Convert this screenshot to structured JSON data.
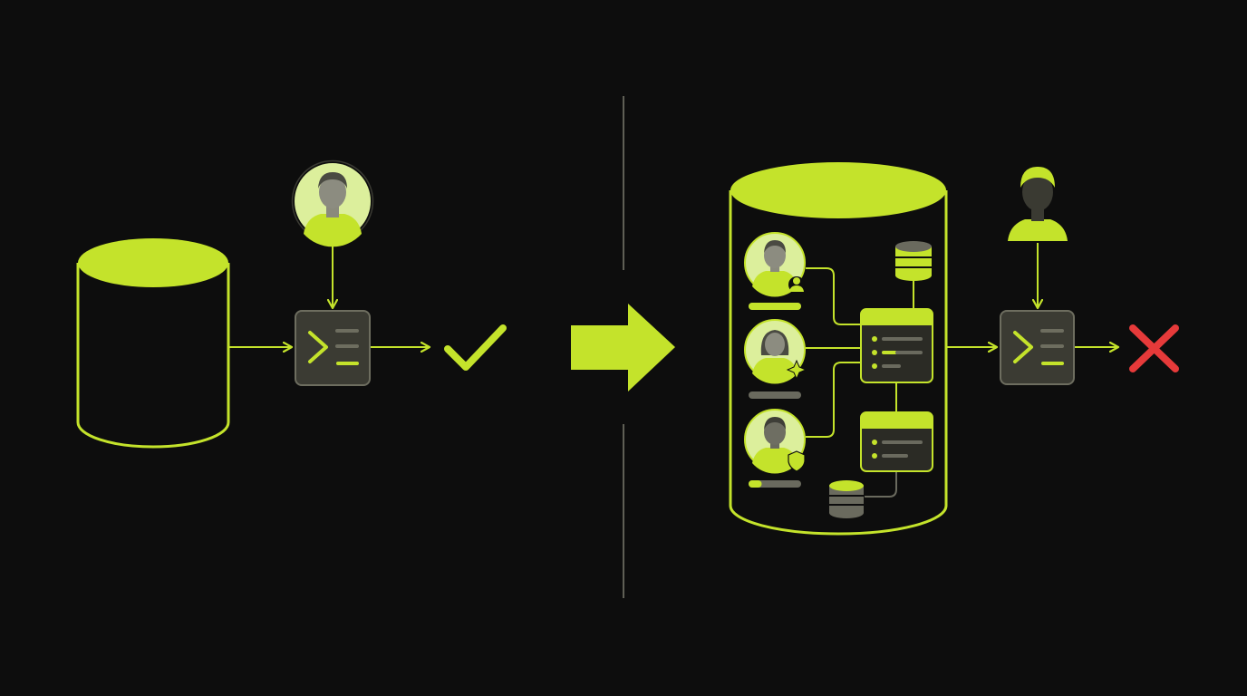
{
  "colors": {
    "background": "#0d0d0d",
    "accent": "#c4e32b",
    "avatar_fill": "#dcef9c",
    "terminal_fill": "#3b3b33",
    "terminal_border": "#6d6d5f",
    "divider": "#5f5f55",
    "error": "#e63a3a",
    "muted": "#6a6a5e"
  },
  "left_scenario": {
    "icons": [
      "database-icon",
      "user-avatar-icon",
      "terminal-icon",
      "checkmark-icon"
    ],
    "result": "success"
  },
  "right_scenario": {
    "icons": [
      "database-icon",
      "user-avatar-icon",
      "terminal-icon",
      "cross-icon",
      "data-panel-icon",
      "storage-stack-icon"
    ],
    "inner_users": [
      {
        "badge": "user-badge-icon",
        "bar_fill": 1.0
      },
      {
        "badge": "sparkle-badge-icon",
        "bar_fill": 0.0
      },
      {
        "badge": "shield-badge-icon",
        "bar_fill": 0.25
      }
    ],
    "result": "failure"
  },
  "transition_icon": "arrow-right-icon"
}
